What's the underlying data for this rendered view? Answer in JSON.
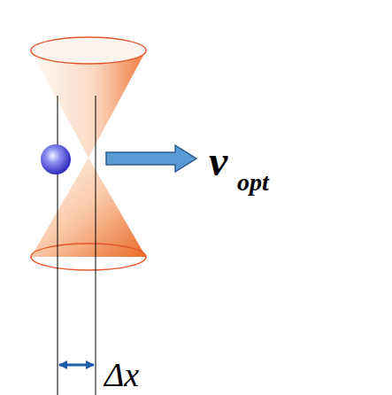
{
  "diagram": {
    "labels": [
      "v",
      "opt",
      "Δx"
    ]
  }
}
